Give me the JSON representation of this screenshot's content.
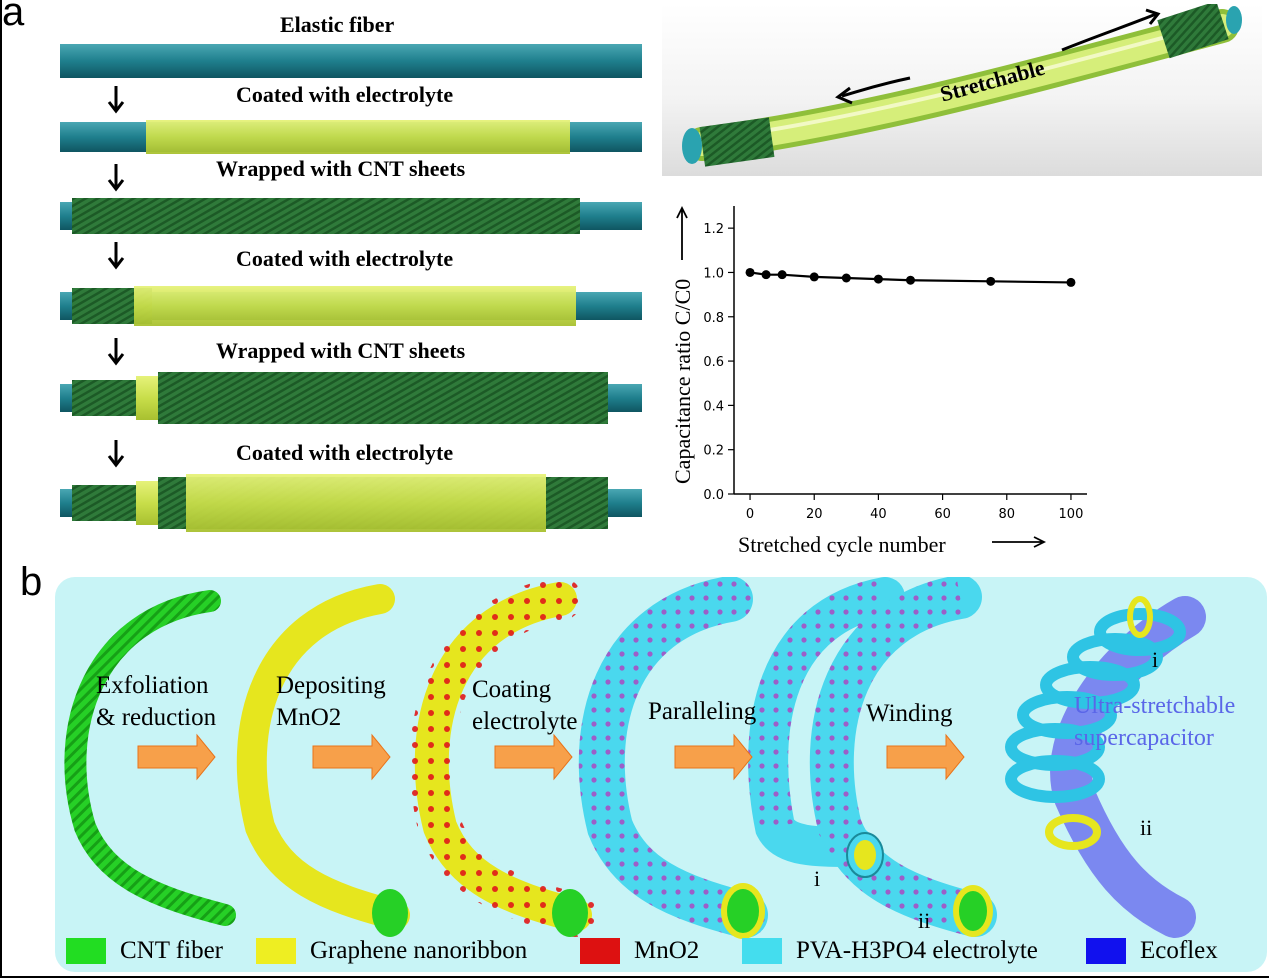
{
  "panel_a": {
    "letter": "a",
    "steps": [
      "Elastic fiber",
      "Coated with electrolyte",
      "Wrapped with CNT sheets",
      "Coated with electrolyte",
      "Wrapped with CNT sheets",
      "Coated with electrolyte"
    ],
    "render_label": "Stretchable"
  },
  "panel_b": {
    "letter": "b",
    "processes": [
      [
        "Exfoliation",
        "& reduction"
      ],
      [
        "Depositing",
        "MnO2"
      ],
      [
        "Coating",
        "electrolyte"
      ],
      [
        "Paralleling"
      ],
      [
        "Winding"
      ]
    ],
    "final_label": [
      "Ultra-stretchable",
      "supercapacitor"
    ],
    "roman_i": "i",
    "roman_ii": "ii",
    "legend": [
      {
        "label": "CNT fiber",
        "color": "#22dd22"
      },
      {
        "label": "Graphene nanoribbon",
        "color": "#eeee22"
      },
      {
        "label": "MnO2",
        "color": "#dd1111"
      },
      {
        "label": "PVA-H3PO4 electrolyte",
        "color": "#44ddee"
      },
      {
        "label": "Ecoflex",
        "color": "#1111ee"
      }
    ]
  },
  "chart_data": {
    "type": "line",
    "xlabel": "Stretched cycle number",
    "ylabel": "Capacitance ratio C/C0",
    "x": [
      0,
      5,
      10,
      20,
      30,
      40,
      50,
      75,
      100
    ],
    "y": [
      1.0,
      0.99,
      0.99,
      0.98,
      0.975,
      0.97,
      0.965,
      0.96,
      0.955
    ],
    "xlim": [
      -5,
      105
    ],
    "ylim": [
      0.0,
      1.3
    ],
    "xticks": [
      0,
      20,
      40,
      60,
      80,
      100
    ],
    "yticks": [
      0.0,
      0.2,
      0.4,
      0.6,
      0.8,
      1.0,
      1.2
    ],
    "series_color": "#000000",
    "grid": false
  }
}
